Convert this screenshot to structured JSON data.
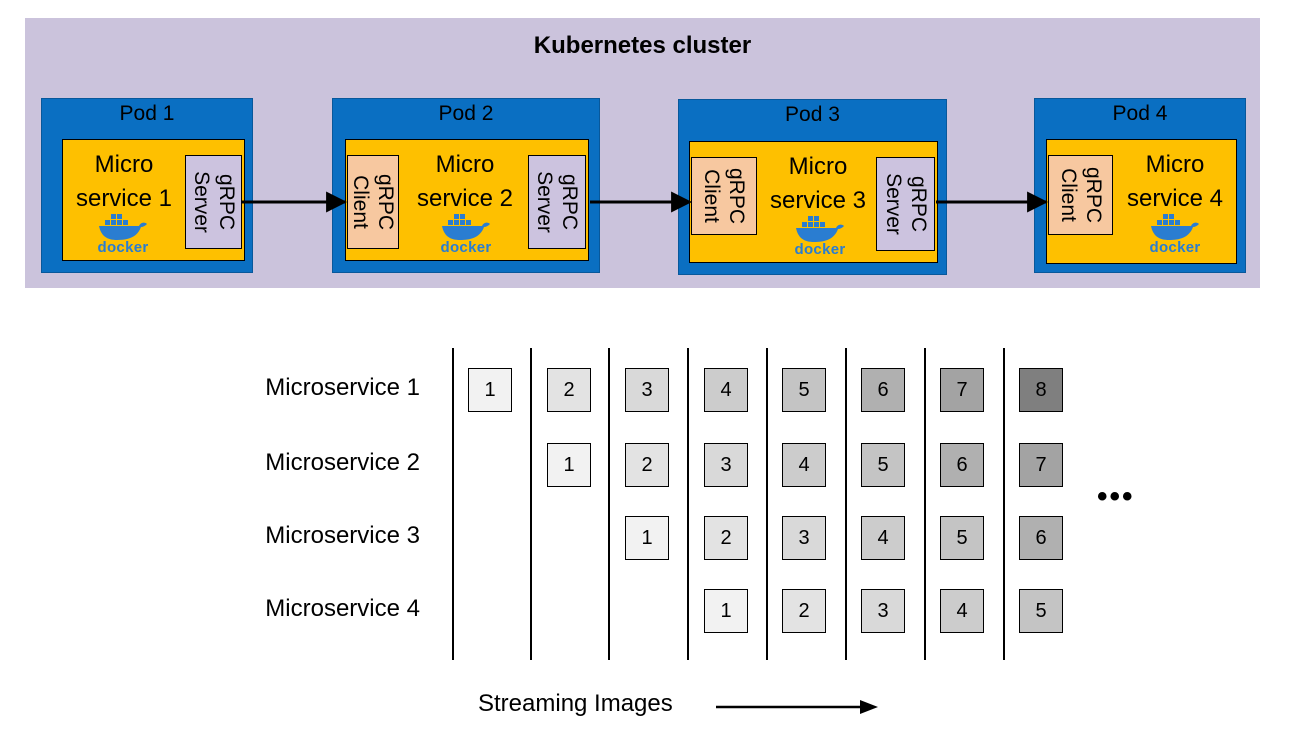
{
  "cluster": {
    "title": "Kubernetes cluster"
  },
  "pods": [
    {
      "label": "Pod 1",
      "ms_name": "Micro\nservice 1",
      "server_label": "gRPC\nServer",
      "client_label": "",
      "docker_label": "docker"
    },
    {
      "label": "Pod 2",
      "ms_name": "Micro\nservice 2",
      "server_label": "gRPC\nServer",
      "client_label": "gRPC\nClient",
      "docker_label": "docker"
    },
    {
      "label": "Pod 3",
      "ms_name": "Micro\nservice 3",
      "server_label": "gRPC\nServer",
      "client_label": "gRPC\nClient",
      "docker_label": "docker"
    },
    {
      "label": "Pod 4",
      "ms_name": "Micro\nservice 4",
      "server_label": "",
      "client_label": "gRPC\nClient",
      "docker_label": "docker"
    }
  ],
  "pipeline": {
    "rows": [
      {
        "label": "Microservice 1",
        "cells": [
          "1",
          "2",
          "3",
          "4",
          "5",
          "6",
          "7",
          "8"
        ]
      },
      {
        "label": "Microservice 2",
        "cells": [
          "",
          "1",
          "2",
          "3",
          "4",
          "5",
          "6",
          "7"
        ]
      },
      {
        "label": "Microservice 3",
        "cells": [
          "",
          "",
          "1",
          "2",
          "3",
          "4",
          "5",
          "6"
        ]
      },
      {
        "label": "Microservice 4",
        "cells": [
          "",
          "",
          "",
          "1",
          "2",
          "3",
          "4",
          "5"
        ]
      }
    ],
    "ellipsis": "•••",
    "axis_label": "Streaming Images"
  },
  "colors": {
    "cluster_bg": "#cbc3dc",
    "pod_bg": "#0a6fc2",
    "microservice_bg": "#fec000",
    "server_bg": "#ccc3df",
    "client_bg": "#f7c8a0",
    "docker_blue": "#2a7dd1",
    "shade_scale": [
      "#f2f2f2",
      "#e3e3e3",
      "#d9d9d9",
      "#cccccc",
      "#c4c4c4",
      "#b0b0b0",
      "#a3a3a3",
      "#7f7f7f"
    ]
  }
}
